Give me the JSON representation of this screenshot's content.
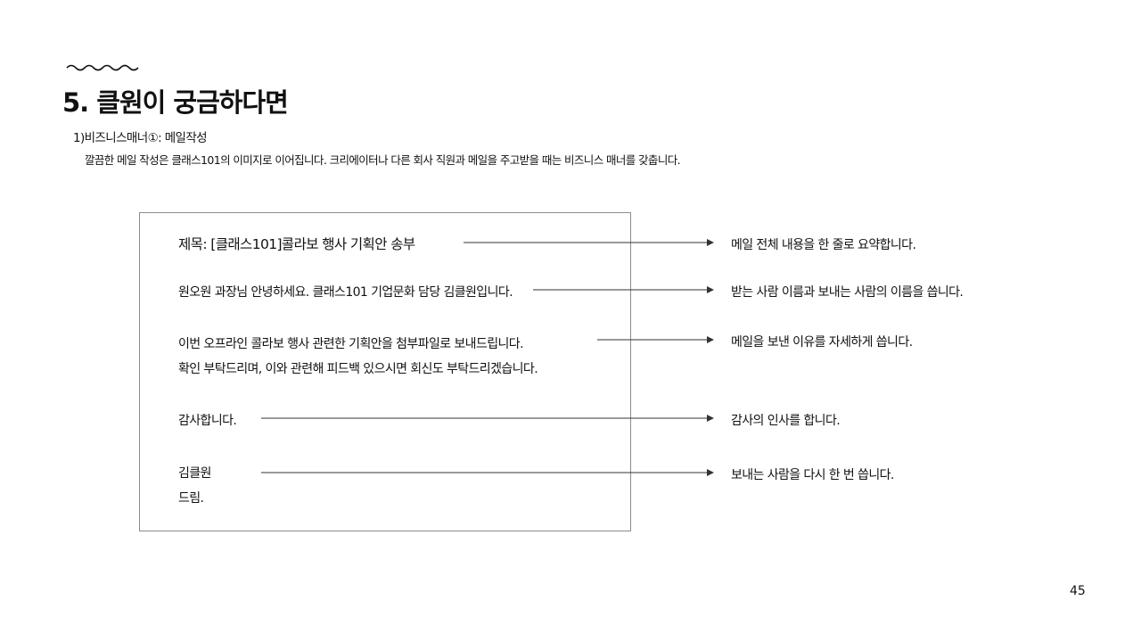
{
  "header": {
    "title": "5. 클원이 궁금하다면",
    "subtitle": "1)비즈니스매너①: 메일작성",
    "description": "깔끔한 메일 작성은 클래스101의 이미지로 이어집니다. 크리에이터나 다른 회사 직원과 메일을 주고받을 때는 비즈니스 매너를 갖춥니다."
  },
  "email": {
    "subject": "제목: [클래스101]콜라보 행사 기획안 송부",
    "greeting": "원오원 과장님 안녕하세요. 클래스101 기업문화 담당 김클원입니다.",
    "body_line1": "이번 오프라인 콜라보 행사 관련한 기획안을 첨부파일로 보내드립니다.",
    "body_line2": "확인 부탁드리며, 이와 관련해 피드백 있으시면 회신도 부탁드리겠습니다.",
    "thanks": "감사합니다.",
    "sender_name": "김클원",
    "closing": "드림."
  },
  "annotations": {
    "subject_note": "메일 전체 내용을 한 줄로 요약합니다.",
    "greeting_note": "받는 사람 이름과 보내는 사람의 이름을 씁니다.",
    "body_note": "메일을 보낸 이유를 자세하게 씁니다.",
    "thanks_note": "감사의 인사를 합니다.",
    "sender_note": "보내는 사람을 다시 한 번 씁니다."
  },
  "footer": {
    "page_number": "45"
  },
  "colors": {
    "text": "#111111",
    "box_border": "#8c8c8c",
    "arrow": "#333333"
  },
  "icons": {
    "decoration": "wave-squiggle-icon",
    "pointer": "arrow-right-icon"
  }
}
